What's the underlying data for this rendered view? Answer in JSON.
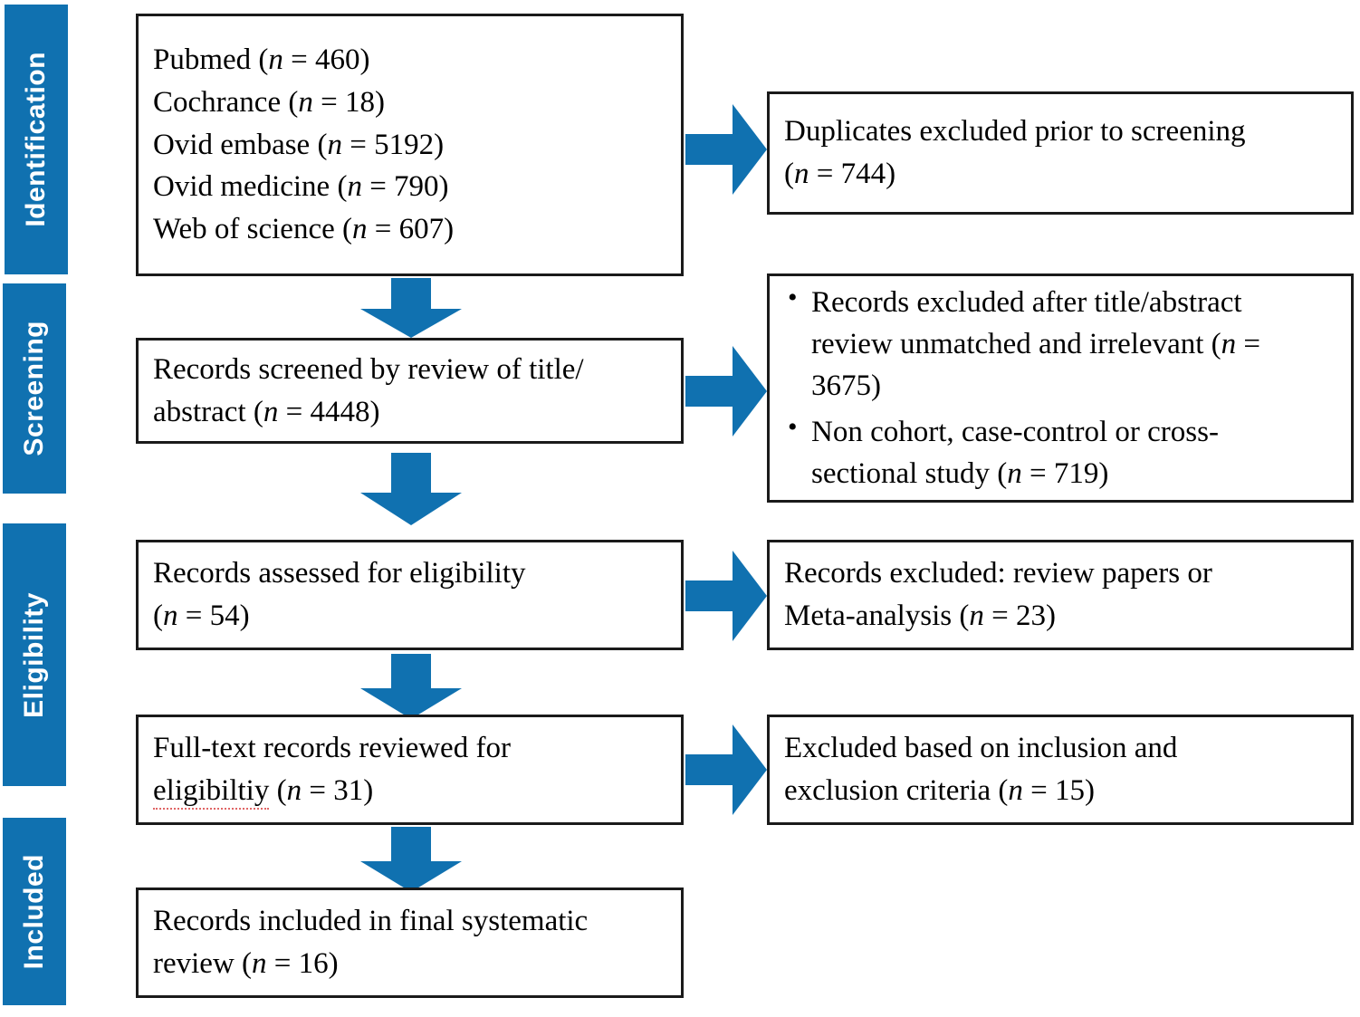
{
  "colors": {
    "accent_blue": "#1071B0",
    "box_border": "#1a1a1a",
    "text": "#000000",
    "background": "#ffffff",
    "spellcheck_underline": "#e06666"
  },
  "stages": [
    {
      "id": "identification",
      "label": "Identification"
    },
    {
      "id": "screening",
      "label": "Screening"
    },
    {
      "id": "eligibility",
      "label": "Eligibility"
    },
    {
      "id": "included",
      "label": "Included"
    }
  ],
  "boxes": {
    "sources": {
      "lines": [
        "Pubmed (n = 460)",
        "Cochrance (n = 18)",
        "Ovid embase (n = 5192)",
        "Ovid medicine (n = 790)",
        "Web of science (n = 607)"
      ]
    },
    "duplicates_excluded": {
      "lines": [
        "Duplicates excluded prior to screening",
        "(n = 744)"
      ]
    },
    "records_screened": {
      "lines": [
        "Records screened by review of title/",
        "abstract (n = 4448)"
      ]
    },
    "screening_excluded": {
      "bullets": [
        "Records excluded after title/abstract review unmatched and irrelevant (n = 3675)",
        "Non cohort, case-control or cross-sectional study (n = 719)"
      ],
      "bullet_lines": [
        [
          "Records excluded after title/abstract",
          "review unmatched and irrelevant (n =",
          "3675)"
        ],
        [
          "Non cohort, case-control or cross-",
          "sectional study (n = 719)"
        ]
      ]
    },
    "assessed_eligibility": {
      "lines": [
        "Records assessed for eligibility",
        "(n = 54)"
      ]
    },
    "eligibility_excluded": {
      "lines": [
        "Records excluded: review papers or",
        "Meta-analysis (n = 23)"
      ]
    },
    "fulltext_reviewed": {
      "lines": [
        "Full-text records reviewed for",
        "eligibiltiy (n = 31)"
      ],
      "misspelled_word": "eligibiltiy"
    },
    "fulltext_excluded": {
      "lines": [
        "Excluded based on inclusion and",
        "exclusion criteria (n = 15)"
      ]
    },
    "included_final": {
      "lines": [
        "Records included in final systematic",
        "review (n = 16)"
      ]
    }
  },
  "arrows": {
    "right_1": "arrow-right",
    "right_2": "arrow-right",
    "right_3": "arrow-right",
    "right_4": "arrow-right",
    "down_1": "arrow-down",
    "down_2": "arrow-down",
    "down_3": "arrow-down",
    "down_4": "arrow-down"
  },
  "chart_data": {
    "type": "diagram",
    "title": "PRISMA flow diagram",
    "stages": [
      "Identification",
      "Screening",
      "Eligibility",
      "Included"
    ],
    "counts": {
      "Pubmed": 460,
      "Cochrance": 18,
      "Ovid embase": 5192,
      "Ovid medicine": 790,
      "Web of science": 607,
      "Duplicates excluded prior to screening": 744,
      "Records screened by review of title/abstract": 4448,
      "Records excluded after title/abstract review unmatched and irrelevant": 3675,
      "Non cohort, case-control or cross-sectional study": 719,
      "Records assessed for eligibility": 54,
      "Records excluded: review papers or Meta-analysis": 23,
      "Full-text records reviewed for eligibiltiy": 31,
      "Excluded based on inclusion and exclusion criteria": 15,
      "Records included in final systematic review": 16
    }
  }
}
